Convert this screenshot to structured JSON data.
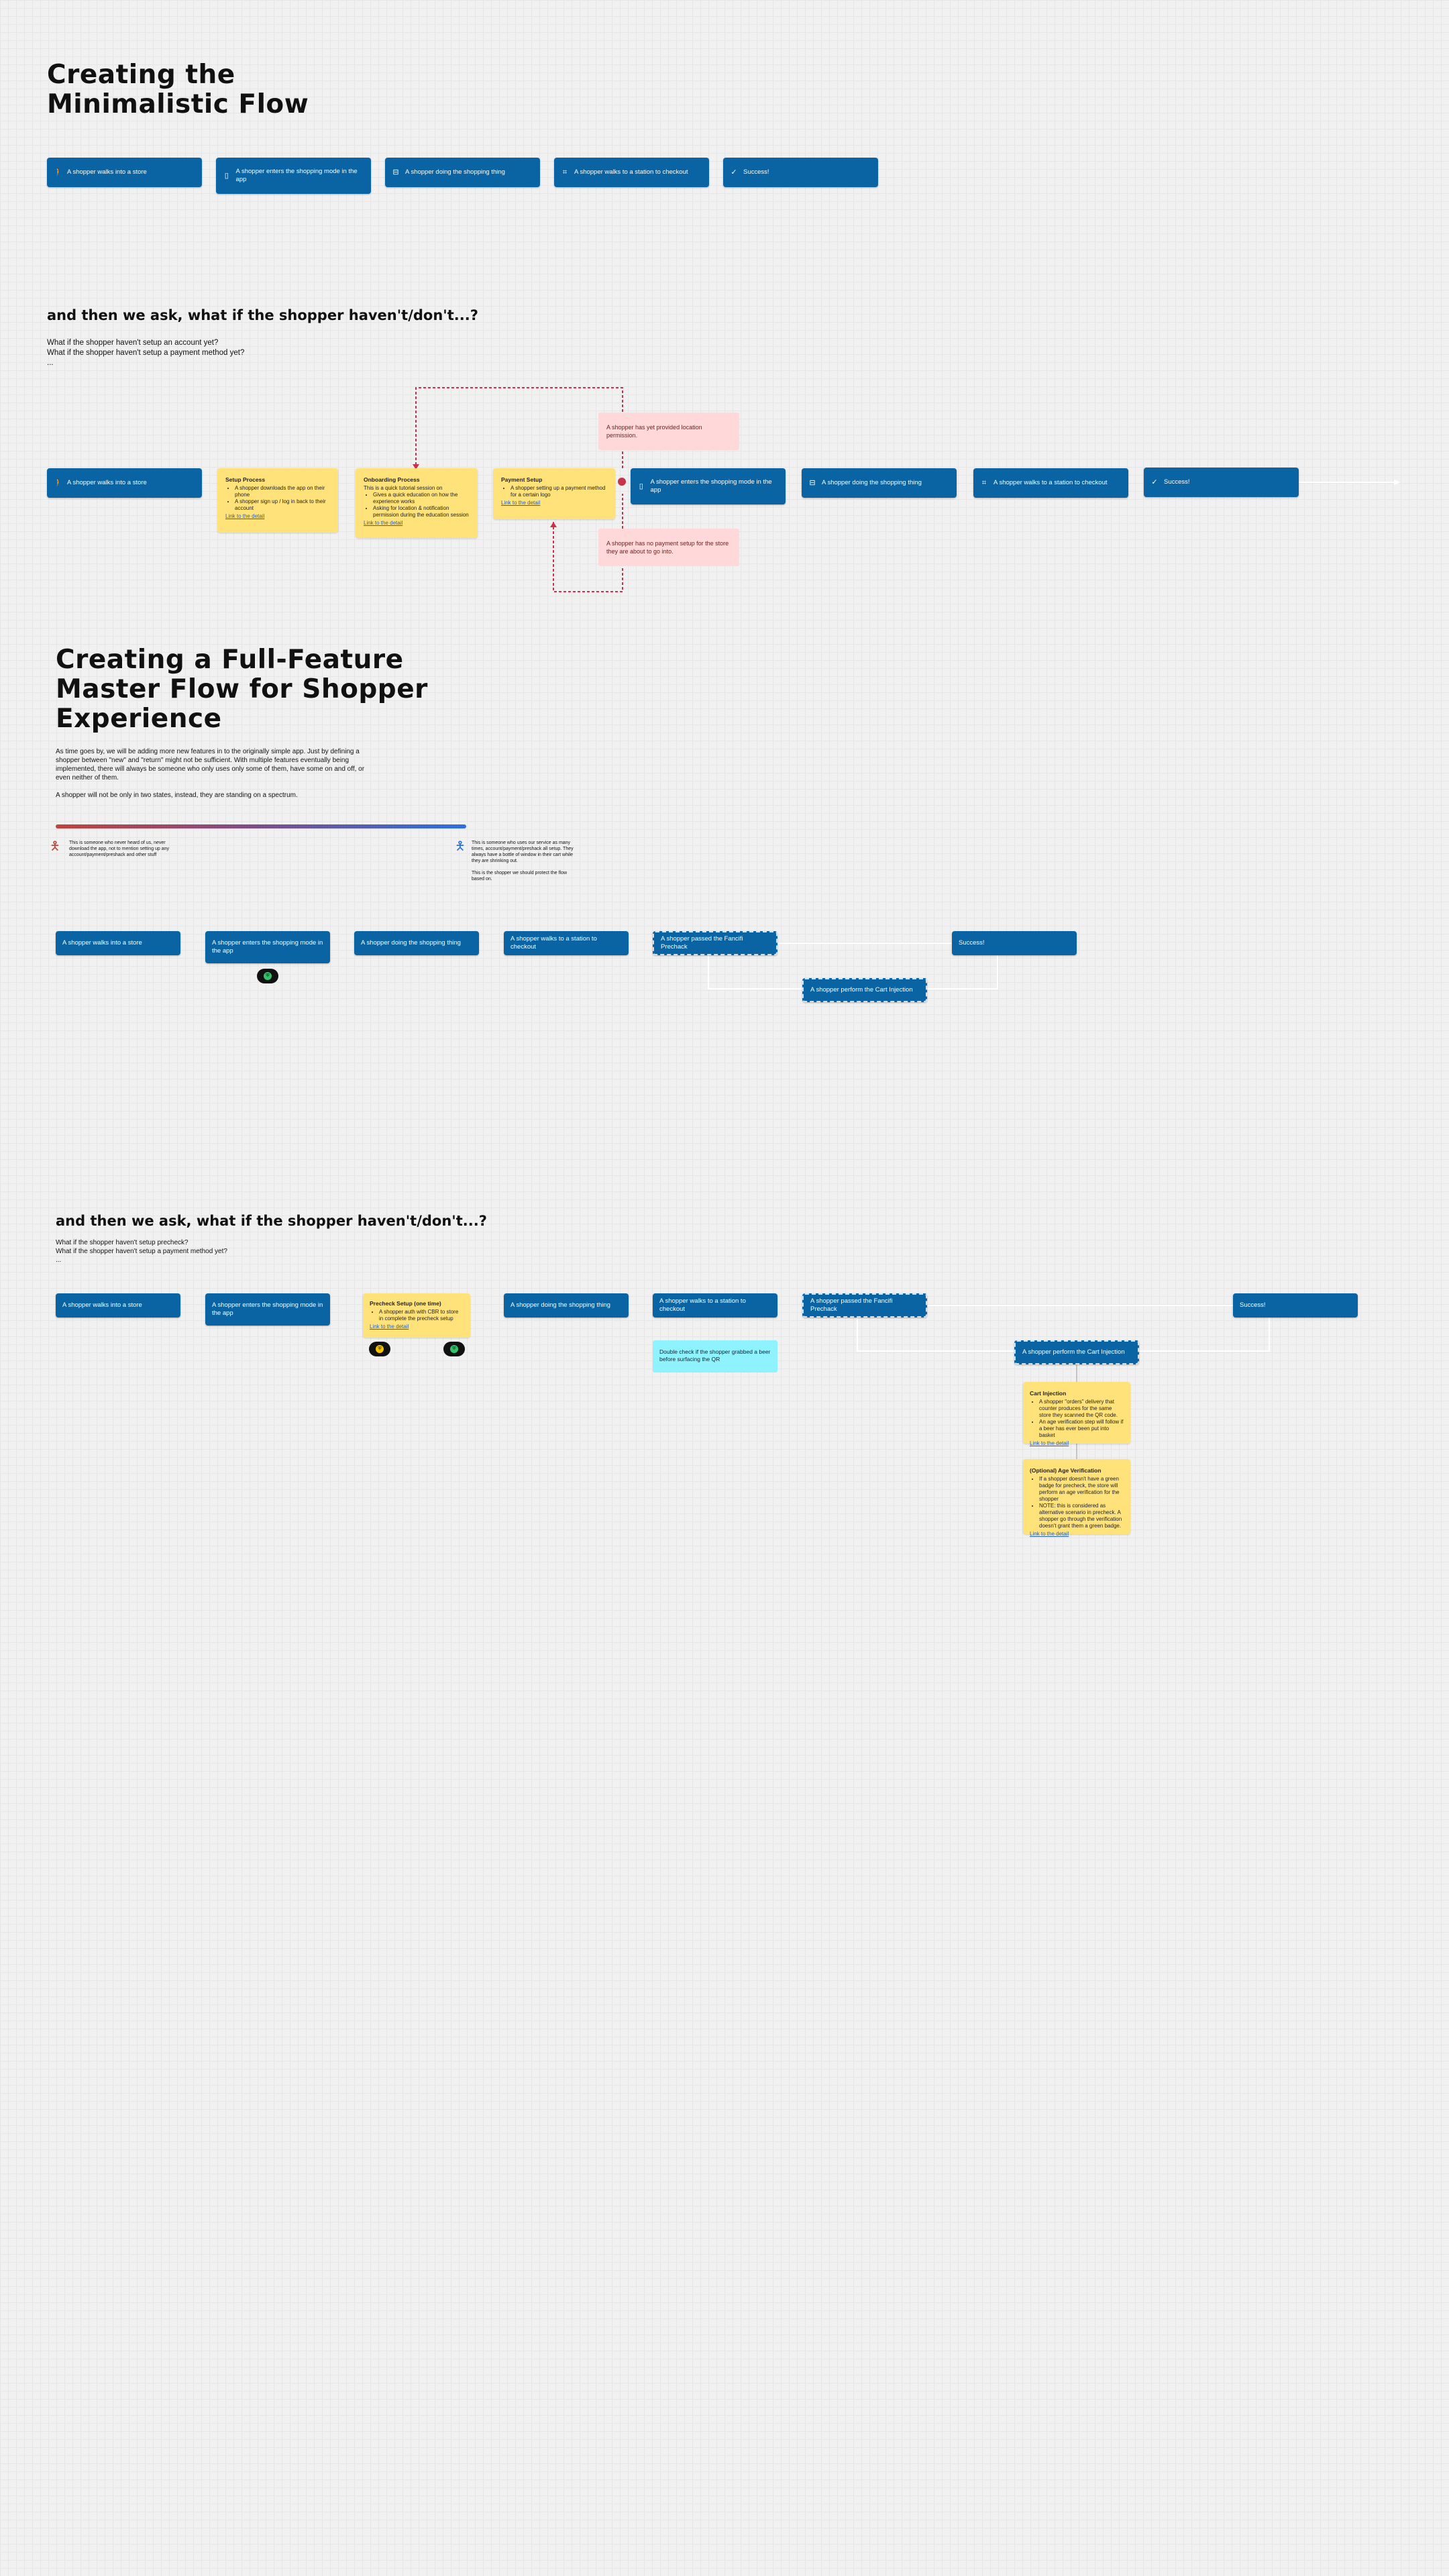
{
  "s1": {
    "title_l1": "Creating the",
    "title_l2": "Minimalistic Flow",
    "nodes": [
      "A shopper walks into a store",
      "A shopper enters the shopping mode in the app",
      "A shopper doing the shopping thing",
      "A shopper walks to a station to checkout",
      "Success!"
    ]
  },
  "s2": {
    "title": "and then we ask, what if the shopper haven't/don't...?",
    "q1": "What if the shopper haven't setup an account yet?",
    "q2": "What if the shopper haven't setup a payment method yet?",
    "q3": "...",
    "nodes": [
      "A shopper walks into a store",
      "A shopper enters the shopping mode in the app",
      "A shopper doing the shopping thing",
      "A shopper walks to a station to checkout",
      "Success!"
    ],
    "setup": {
      "title": "Setup Process",
      "b1": "A shopper downloads the app on their phone",
      "b2": "A shopper sign up / log in back to their account",
      "link": "Link to the detail"
    },
    "onboard": {
      "title": "Onboarding Process",
      "intro": "This is a quick tutorial session on",
      "b1": "Gives a quick education on how the experience works",
      "b2": "Asking for location & notification permission during the education session",
      "link": "Link to the detail"
    },
    "payment": {
      "title": "Payment Setup",
      "b1": "A shopper setting up a payment method for a certain logo",
      "link": "Link to the detail"
    },
    "warn_location": "A shopper has yet provided location permission.",
    "warn_payment": "A shopper has no payment setup for the store they are about to go into."
  },
  "s3": {
    "title_l1": "Creating a Full-Feature",
    "title_l2": "Master Flow for Shopper",
    "title_l3": "Experience",
    "p1": "As time goes by, we will be adding more new features in to the originally simple app. Just by defining a shopper between \"new\" and \"return\" might not be sufficient. With multiple features eventually being implemented, there will always be someone who only uses only some of them, have some on and off, or even neither of them.",
    "p2": "A shopper will not be only in two states, instead, they are standing on a spectrum.",
    "persona_left": "This is someone who never heard of us, never download the app, not to mention setting up any account/payment/preshack and other stuff",
    "persona_right_1": "This is someone who uses our service as many times, account/payment/preshack all setup. They always have a bottle of window in their cart while they are shrinking out.",
    "persona_right_2": "This is the shopper we should protect the flow based on.",
    "nodes": [
      "A shopper walks into a store",
      "A shopper enters the shopping mode in the app",
      "A shopper doing the shopping thing",
      "A shopper walks to a station to checkout",
      "A shopper passed the Fancifi Prechack",
      "Success!"
    ],
    "cart": "A shopper perform the Cart Injection"
  },
  "s4": {
    "title": "and then we ask, what if the shopper haven't/don't...?",
    "q1": "What if the shopper haven't setup precheck?",
    "q2": "What if the shopper haven't setup a payment method yet?",
    "q3": "...",
    "nodes": [
      "A shopper walks into a store",
      "A shopper enters the shopping mode in the app",
      "A shopper doing the shopping thing",
      "A shopper walks to a station to checkout",
      "A shopper passed the Fancifi Prechack",
      "Success!"
    ],
    "precheck": {
      "title": "Precheck Setup (one time)",
      "b1": "A shopper auth with CBR to store in complete the precheck setup",
      "link": "Link to the detail"
    },
    "double_check": "Double check if the shopper grabbed a beer before surfacing the QR",
    "cart": "A shopper perform the Cart Injection",
    "cartnote": {
      "title": "Cart Injection",
      "b1": "A shopper \"orders\" delivery that counter produces for the same store they scanned the QR code.",
      "b2": "An age verification step will follow if a beer has ever been put into basket",
      "link": "Link to the detail"
    },
    "agenote": {
      "title": "(Optional) Age Verification",
      "b1": "If a shopper doesn't have a green badge for precheck, the store will perform an age verification for the shopper",
      "b2": "NOTE: this is considered as alternative scenario in precheck. A shopper go through the verification doesn't grant them a green badge.",
      "link": "Link to the detail"
    }
  },
  "colors": {
    "node": "#0a64a4",
    "note": "#ffe37a",
    "warn": "#ffd9d9",
    "info": "#8ef3ff",
    "dashed_red": "#c8324b"
  }
}
